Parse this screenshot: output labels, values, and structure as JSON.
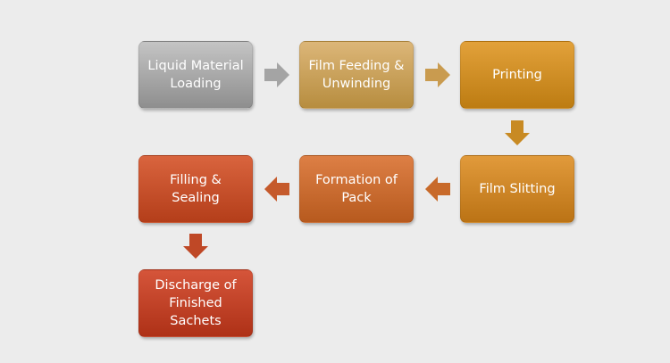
{
  "steps": [
    {
      "label": "Liquid Material\nLoading",
      "color_top": "#c4c4c4",
      "color_bottom": "#8e8e8e"
    },
    {
      "label": "Film Feeding &\nUnwinding",
      "color_top": "#dcb678",
      "color_bottom": "#b78d3f"
    },
    {
      "label": "Printing",
      "color_top": "#e2a13a",
      "color_bottom": "#bd7c12"
    },
    {
      "label": "Film Slitting",
      "color_top": "#e19a3b",
      "color_bottom": "#bb7315"
    },
    {
      "label": "Formation of\nPack",
      "color_top": "#dd7f45",
      "color_bottom": "#b75a1e"
    },
    {
      "label": "Filling & Sealing",
      "color_top": "#d9643e",
      "color_bottom": "#b43e1a"
    },
    {
      "label": "Discharge of\nFinished Sachets",
      "color_top": "#d5553a",
      "color_bottom": "#ae3117"
    }
  ],
  "arrows": [
    {
      "direction": "right",
      "color": "#a4a4a4"
    },
    {
      "direction": "right",
      "color": "#c99b4f"
    },
    {
      "direction": "down",
      "color": "#c88a23"
    },
    {
      "direction": "left",
      "color": "#c86a2a"
    },
    {
      "direction": "left",
      "color": "#c55a2c"
    },
    {
      "direction": "down",
      "color": "#bf4826"
    }
  ]
}
